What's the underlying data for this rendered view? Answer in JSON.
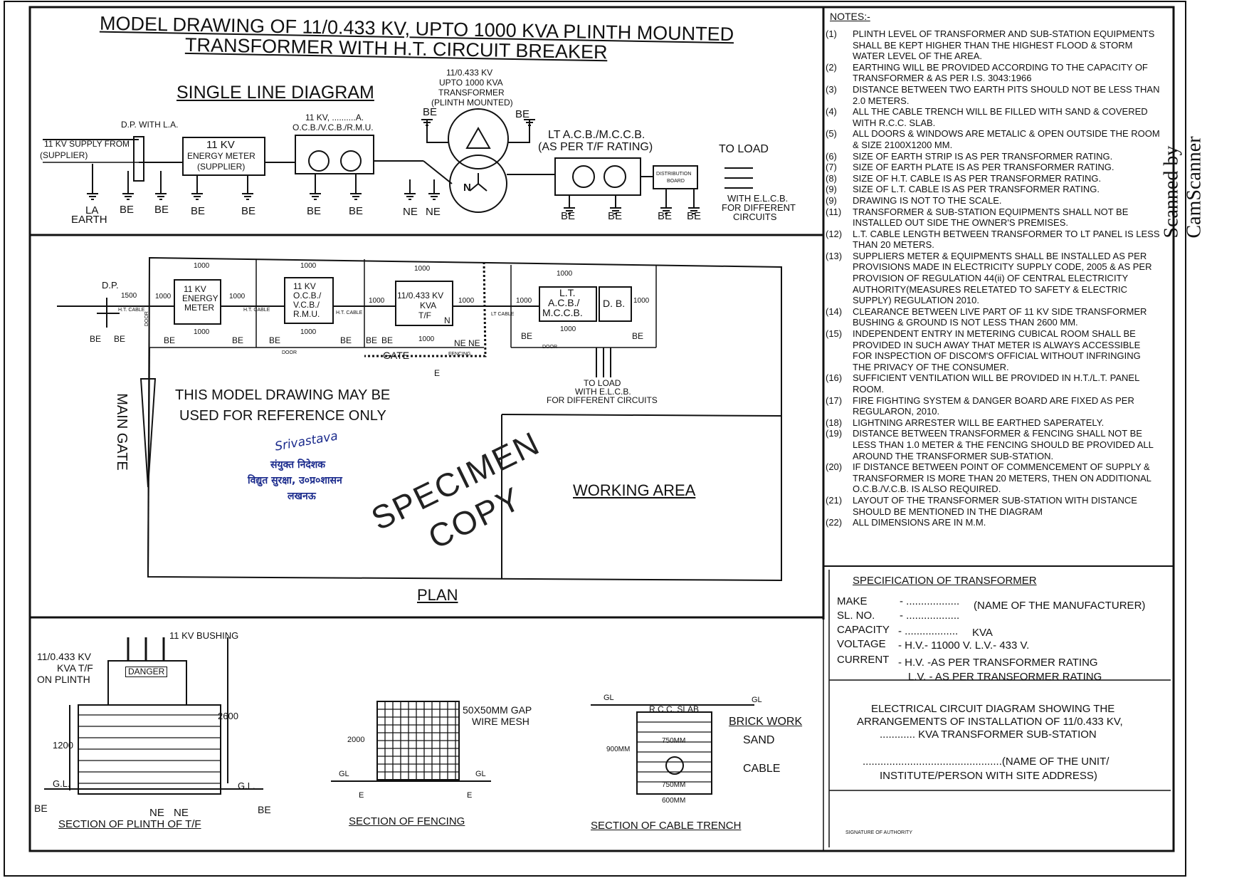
{
  "title": {
    "line1": "MODEL DRAWING OF 11/0.433 KV, UPTO 1000 KVA PLINTH MOUNTED",
    "line2": "TRANSFORMER WITH H.T. CIRCUIT BREAKER"
  },
  "sld": {
    "heading": "SINGLE LINE DIAGRAM",
    "supply": "11 KV SUPPLY FROM",
    "supplier": "(SUPPLIER)",
    "dp": "D.P. WITH L.A.",
    "la": "LA",
    "earth": "EARTH",
    "meter": [
      "11 KV",
      "ENERGY METER",
      "(SUPPLIER)"
    ],
    "ocb": [
      "11 KV, ..........A.",
      "O.C.B./V.C.B./R.M.U."
    ],
    "tf": [
      "11/0.433 KV",
      "UPTO 1000 KVA",
      "TRANSFORMER",
      "(PLINTH MOUNTED)"
    ],
    "n": "N",
    "acb": [
      "LT A.C.B./M.C.C.B.",
      "(AS PER T/F RATING)"
    ],
    "db": [
      "DISTRIBUTION",
      "BOARD"
    ],
    "to_load": "TO LOAD",
    "elcb": [
      "WITH E.L.C.B.",
      "FOR DIFFERENT",
      "CIRCUITS"
    ],
    "be": "BE",
    "ne": "NE"
  },
  "plan": {
    "dp": "D.P.",
    "d1500": "1500",
    "d1000": "1000",
    "ht_cable": "H.T. CABLE",
    "door": "DOOR",
    "meter": [
      "11 KV",
      "ENERGY",
      "METER"
    ],
    "ocb": [
      "11 KV",
      "O.C.B./",
      "V.C.B./",
      "R.M.U."
    ],
    "tf": [
      "11/0.433 KV",
      "KVA",
      "T/F"
    ],
    "n": "N",
    "lt_cable": "LT CABLE",
    "acb": [
      "L.T.",
      "A.C.B./",
      "M.C.C.B."
    ],
    "db": "D. B.",
    "gate": "GATE",
    "fencing": "FENCING",
    "e": "E",
    "to_load": [
      "TO LOAD",
      "WITH E.L.C.B.",
      "FOR DIFFERENT CIRCUITS"
    ],
    "main_gate": "MAIN GATE",
    "ref": [
      "THIS MODEL DRAWING MAY BE",
      "USED FOR REFERENCE ONLY"
    ],
    "working_area": "WORKING  AREA",
    "label": "PLAN"
  },
  "stamp": {
    "signature": "Srivastava",
    "line1": "संयुक्त निदेशक",
    "line2": "विद्युत सुरक्षा, उ०प्र०शासन",
    "line3": "लखनऊ"
  },
  "specimen": [
    "SPECIMEN",
    "COPY"
  ],
  "sections": {
    "plinth": {
      "bushing": "11 KV BUSHING",
      "tf": [
        "11/0.433 KV",
        "KVA T/F",
        "ON PLINTH"
      ],
      "danger": "DANGER",
      "h2600": "2600",
      "h1200": "1200",
      "gl": "G.L.",
      "be": "BE",
      "ne": "NE",
      "caption": "SECTION  OF  PLINTH OF T/F"
    },
    "fencing": {
      "mesh": [
        "50X50MM GAP",
        "WIRE MESH"
      ],
      "h2000": "2000",
      "gl": "GL",
      "e": "E",
      "caption": "SECTION OF FENCING"
    },
    "trench": {
      "gl": "GL",
      "slab": "R.C.C. SLAB",
      "brick": "BRICK WORK",
      "sand": "SAND",
      "cable": "CABLE",
      "d750": "750MM",
      "d900": "900MM",
      "d600": "600MM",
      "caption": "SECTION OF CABLE TRENCH"
    }
  },
  "notes": {
    "heading": "NOTES:-",
    "items": [
      [
        "(1)",
        "PLINTH LEVEL OF TRANSFORMER AND SUB-STATION EQUIPMENTS SHALL BE KEPT HIGHER THAN THE HIGHEST FLOOD & STORM WATER LEVEL OF THE AREA."
      ],
      [
        "(2)",
        "EARTHING WILL BE PROVIDED ACCORDING TO THE CAPACITY OF TRANSFORMER & AS PER I.S. 3043:1966"
      ],
      [
        "(3)",
        "DISTANCE BETWEEN TWO EARTH PITS SHOULD NOT BE LESS THAN 2.0 METERS."
      ],
      [
        "(4)",
        "ALL THE CABLE TRENCH WILL BE FILLED WITH SAND & COVERED WITH R.C.C. SLAB."
      ],
      [
        "(5)",
        "ALL DOORS & WINDOWS ARE METALIC & OPEN OUTSIDE THE ROOM & SIZE 2100X1200 MM."
      ],
      [
        "(6)",
        "SIZE OF EARTH STRIP IS AS PER TRANSFORMER RATING."
      ],
      [
        "(7)",
        "SIZE OF EARTH PLATE IS AS PER TRANSFORMER RATING."
      ],
      [
        "(8)",
        "SIZE OF H.T. CABLE IS AS PER TRANSFORMER RATING."
      ],
      [
        "(9)",
        "SIZE OF L.T. CABLE IS AS PER TRANSFORMER RATING."
      ],
      [
        "(9)",
        "DRAWING IS NOT TO THE SCALE."
      ],
      [
        "(11)",
        "TRANSFORMER & SUB-STATION EQUIPMENTS SHALL NOT BE  INSTALLED OUT SIDE THE OWNER'S PREMISES."
      ],
      [
        "(12)",
        "L.T. CABLE LENGTH BETWEEN TRANSFORMER TO LT PANEL IS LESS THAN 20 METERS."
      ],
      [
        "(13)",
        "SUPPLIERS METER & EQUIPMENTS SHALL BE INSTALLED AS PER PROVISIONS MADE IN ELECTRICITY SUPPLY CODE, 2005 & AS PER PROVISION OF REGULATION 44(ii) OF CENTRAL ELECTRICITY AUTHORITY(MEASURES RELETATED TO SAFETY & ELECTRIC SUPPLY) REGULATION 2010."
      ],
      [
        "(14)",
        "CLEARANCE BETWEEN LIVE PART OF 11 KV SIDE TRANSFORMER BUSHING & GROUND IS NOT LESS THAN 2600 MM."
      ],
      [
        "(15)",
        "INDEPENDENT ENTRY IN METERING CUBICAL ROOM SHALL BE PROVIDED IN SUCH AWAY THAT METER IS ALWAYS ACCESSIBLE FOR INSPECTION OF DISCOM'S OFFICIAL WITHOUT INFRINGING THE PRIVACY OF THE CONSUMER."
      ],
      [
        "(16)",
        "SUFFICIENT VENTILATION WILL BE PROVIDED IN H.T./L.T. PANEL ROOM."
      ],
      [
        "(17)",
        "FIRE FIGHTING SYSTEM & DANGER BOARD ARE FIXED AS PER REGULARON, 2010."
      ],
      [
        "(18)",
        "LIGHTNING ARRESTER WILL BE EARTHED SAPERATELY."
      ],
      [
        "(19)",
        "DISTANCE BETWEEN TRANSFORMER & FENCING SHALL NOT BE LESS THAN 1.0 METER & THE FENCING SHOULD BE PROVIDED ALL AROUND THE TRANSFORMER SUB-STATION."
      ],
      [
        "(20)",
        "IF DISTANCE BETWEEN POINT OF COMMENCEMENT OF SUPPLY & TRANSFORMER IS MORE THAN 20 METERS, THEN ON ADDITIONAL O.C.B./V.C.B. IS ALSO REQUIRED."
      ],
      [
        "(21)",
        "LAYOUT OF THE TRANSFORMER SUB-STATION WITH DISTANCE SHOULD BE MENTIONED IN THE DIAGRAM"
      ],
      [
        "(22)",
        "ALL DIMENSIONS ARE IN M.M."
      ]
    ]
  },
  "spec": {
    "heading": "SPECIFICATION OF TRANSFORMER",
    "make": [
      "MAKE",
      "- ..................",
      "(NAME OF THE MANUFACTURER)"
    ],
    "slno": [
      "SL. NO.",
      "- .................."
    ],
    "capacity": [
      "CAPACITY",
      "- ..................",
      "KVA"
    ],
    "voltage": [
      "VOLTAGE",
      "- H.V.- 11000 V.  L.V.- 433 V."
    ],
    "current": [
      "CURRENT",
      "- H.V. -AS PER TRANSFORMER RATING"
    ],
    "current_lv": "L.V. - AS PER TRANSFORMER RATING"
  },
  "title_block": {
    "line1": "ELECTRICAL CIRCUIT DIAGRAM SHOWING THE",
    "line2": "ARRANGEMENTS OF INSTALLATION OF 11/0.433 KV,",
    "line3": "............ KVA TRANSFORMER SUB-STATION",
    "line4": "...............................................(NAME OF THE UNIT/",
    "line5": "INSTITUTE/PERSON WITH SITE ADDRESS)",
    "signature": "SIGNATURE OF AUTHORITY"
  },
  "scanner": "Scanned by CamScanner"
}
